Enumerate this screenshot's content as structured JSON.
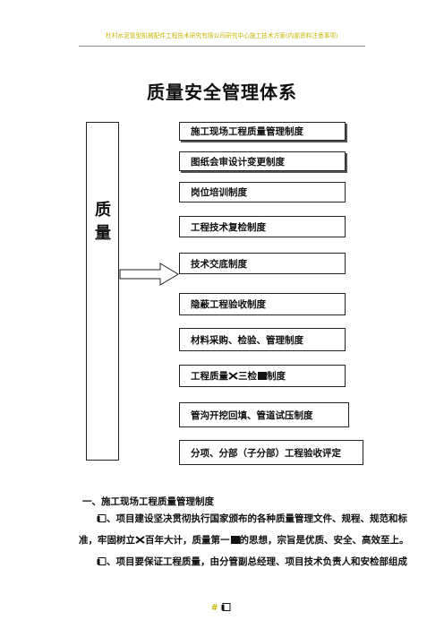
{
  "header": {
    "text": "杜村水泥管型机械配件工程技术研究有限公司研究中心施工技术方案(内部资料注意事项)"
  },
  "title": "质量安全管理体系",
  "left_box": {
    "chars": [
      "质",
      "量"
    ]
  },
  "items": [
    "施工现场工程质量管理制度",
    "图纸会审设计变更制度",
    "岗位培训制度",
    "工程技术复检制度",
    "技术交底制度",
    "隐蔽工程验收制度",
    "材料采购、检验、管理制度",
    "工程质量",
    "管沟开挖回填、管道试压制度",
    "分项、分部（子分部）工程验收评定"
  ],
  "item7_parts": {
    "middle": "三检",
    "end": "制度"
  },
  "section": {
    "heading": "一、施工现场工程质量管理制度",
    "para1_line1": "、项目建设坚决贯彻执行国家颁布的各种质量管理文件、规程、规范和标",
    "para1_line2_a": "准，牢固树立",
    "para1_line2_b": "百年大计，质量第一",
    "para1_line2_c": "的思想，宗旨是优质、安全、高效至上。",
    "para2_line1": "、项目要保证工程质量，由分管副总经理、项目技术负责人和安检部组成"
  },
  "page_number": "#"
}
